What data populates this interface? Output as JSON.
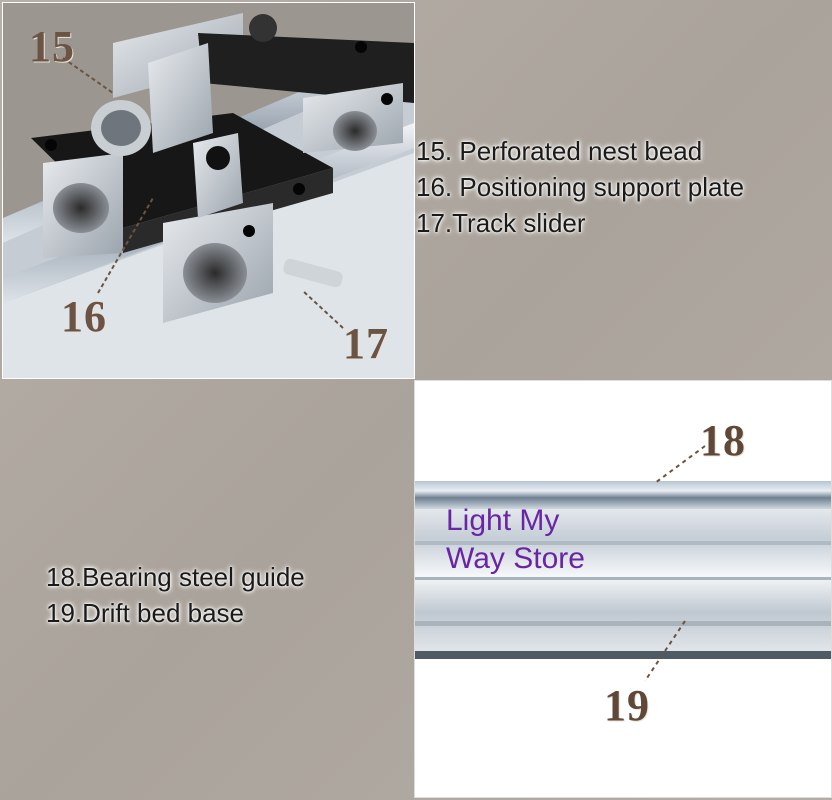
{
  "labels": {
    "top": [
      "15. Perforated nest bead",
      "16. Positioning support plate",
      "17.Track slider"
    ],
    "bottom": [
      "18.Bearing steel guide",
      "19.Drift bed base"
    ]
  },
  "callouts": {
    "n15": "15",
    "n16": "16",
    "n17": "17",
    "n18": "18",
    "n19": "19"
  },
  "watermark": {
    "line1": "Light My",
    "line2": "Way Store"
  }
}
